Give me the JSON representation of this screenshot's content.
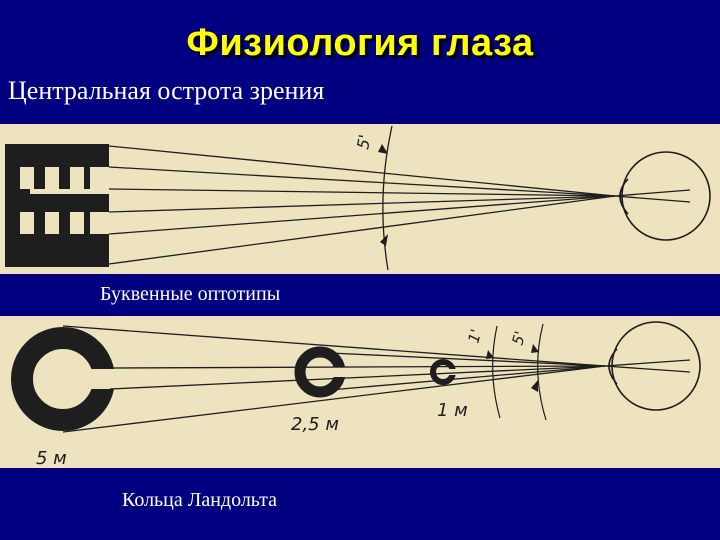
{
  "slide": {
    "title": "Физиология глаза",
    "subtitle": "Центральная острота зрения"
  },
  "top_figure": {
    "caption": "Буквенные оптотипы",
    "angle_label": "5'"
  },
  "bottom_figure": {
    "caption": "Кольца Ландольта",
    "distance_labels": [
      "5 м",
      "2,5 м",
      "1 м"
    ],
    "angle_labels": [
      "1'",
      "5'"
    ]
  },
  "colors": {
    "background": "#000080",
    "title": "#ffff00",
    "text": "#ffffff",
    "panel": "#ede3bf",
    "ink": "#1e1e1e"
  }
}
